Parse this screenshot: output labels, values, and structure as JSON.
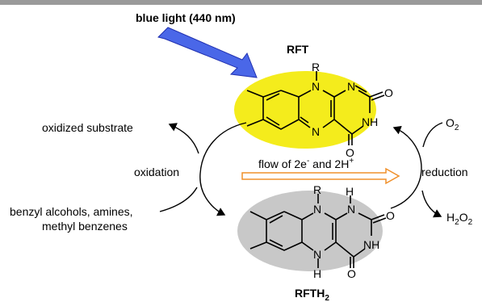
{
  "light": {
    "label": "blue light (440 nm)",
    "color": "#1f1fd6",
    "arrow_color": "#4a67e8"
  },
  "top": {
    "name": "RFT",
    "ellipse_color": "#f4ec1c"
  },
  "bottom": {
    "name_main": "RFTH",
    "name_sub": "2",
    "ellipse_color": "#c8c8c8"
  },
  "left": {
    "top_label": "oxidized substrate",
    "middle_label": "oxidation",
    "bottom_label_1": "benzyl alcohols, amines,",
    "bottom_label_2": "methyl benzenes"
  },
  "center": {
    "flow_text": "flow of 2e",
    "flow_sup": "-",
    "flow_and": " and 2H",
    "flow_sup2": "+",
    "arrow_color": "#f0902a"
  },
  "right": {
    "o2_main": "O",
    "o2_sub": "2",
    "middle_label": "reduction",
    "h2o2_h": "H",
    "h2o2_sub1": "2",
    "h2o2_o": "O",
    "h2o2_sub2": "2",
    "h2o2_color": "#e01010"
  },
  "atoms": {
    "R": "R",
    "N": "N",
    "O": "O",
    "H": "H",
    "NH": "NH",
    "H_color": "#e01010"
  }
}
